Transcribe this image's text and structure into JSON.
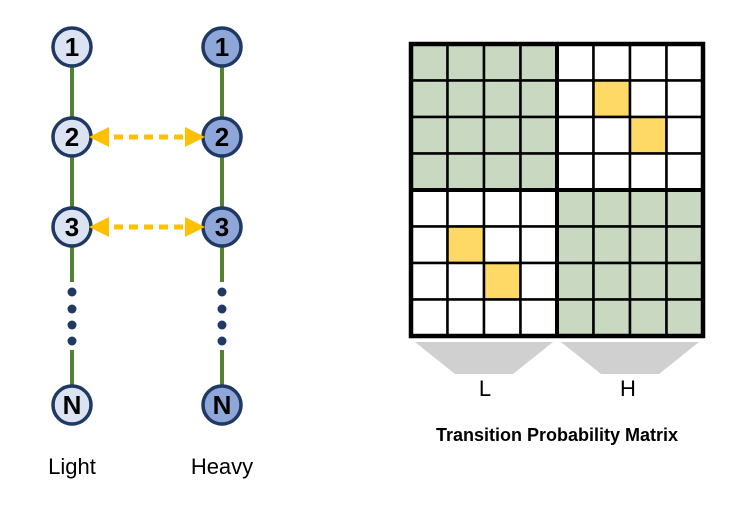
{
  "chains": [
    {
      "name": "Light",
      "fill": "#dbe3f3",
      "nodes": [
        "1",
        "2",
        "3",
        "N"
      ]
    },
    {
      "name": "Heavy",
      "fill": "#8fa6d8",
      "nodes": [
        "1",
        "2",
        "3",
        "N"
      ]
    }
  ],
  "matrix": {
    "size": 8,
    "block_labels": [
      "L",
      "H"
    ],
    "caption": "Transition Probability Matrix",
    "highlighted_cells": [
      [
        1,
        5
      ],
      [
        2,
        6
      ],
      [
        5,
        1
      ],
      [
        6,
        2
      ]
    ]
  },
  "colors": {
    "node_stroke": "#1f3864",
    "edge": "#548235",
    "dots": "#1f3864",
    "arrow": "#ffc000",
    "block_fill": "#c9d8c0",
    "highlight_fill": "#ffd966",
    "grid": "#000000",
    "trapezoid": "#d0d0d0"
  }
}
